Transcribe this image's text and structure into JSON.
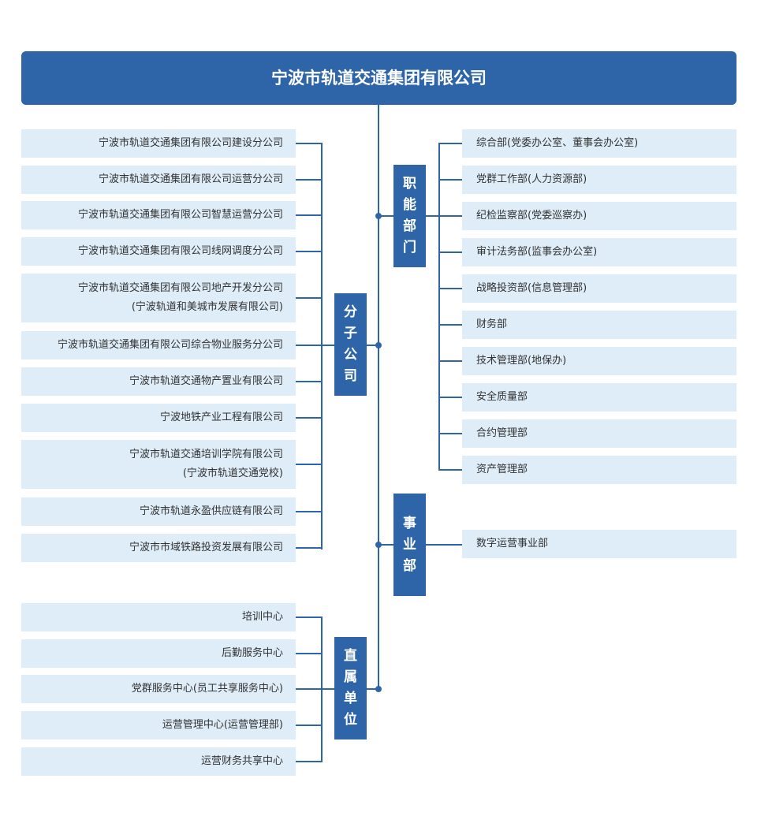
{
  "header": {
    "title": "宁波市轨道交通集团有限公司"
  },
  "categories": {
    "branches": {
      "label": [
        "分",
        "子",
        "公",
        "司"
      ]
    },
    "functional": {
      "label": [
        "职",
        "能",
        "部",
        "门"
      ]
    },
    "business": {
      "label": [
        "事",
        "业",
        "部"
      ]
    },
    "direct": {
      "label": [
        "直",
        "属",
        "单",
        "位"
      ]
    }
  },
  "branches": [
    {
      "lines": [
        "宁波市轨道交通集团有限公司建设分公司"
      ]
    },
    {
      "lines": [
        "宁波市轨道交通集团有限公司运营分公司"
      ]
    },
    {
      "lines": [
        "宁波市轨道交通集团有限公司智慧运营分公司"
      ]
    },
    {
      "lines": [
        "宁波市轨道交通集团有限公司线网调度分公司"
      ]
    },
    {
      "lines": [
        "宁波市轨道交通集团有限公司地产开发分公司",
        "(宁波轨道和美城市发展有限公司)"
      ]
    },
    {
      "lines": [
        "宁波市轨道交通集团有限公司综合物业服务分公司"
      ]
    },
    {
      "lines": [
        "宁波市轨道交通物产置业有限公司"
      ]
    },
    {
      "lines": [
        "宁波地铁产业工程有限公司"
      ]
    },
    {
      "lines": [
        "宁波市轨道交通培训学院有限公司",
        "(宁波市轨道交通党校)"
      ]
    },
    {
      "lines": [
        "宁波市轨道永盈供应链有限公司"
      ]
    },
    {
      "lines": [
        "宁波市市域铁路投资发展有限公司"
      ]
    }
  ],
  "functional": [
    "综合部(党委办公室、董事会办公室)",
    "党群工作部(人力资源部)",
    "纪检监察部(党委巡察办)",
    "审计法务部(监事会办公室)",
    "战略投资部(信息管理部)",
    "财务部",
    "技术管理部(地保办)",
    "安全质量部",
    "合约管理部",
    "资产管理部"
  ],
  "business": [
    "数字运营事业部"
  ],
  "direct": [
    "培训中心",
    "后勤服务中心",
    "党群服务中心(员工共享服务中心)",
    "运营管理中心(运营管理部)",
    "运营财务共享中心"
  ]
}
